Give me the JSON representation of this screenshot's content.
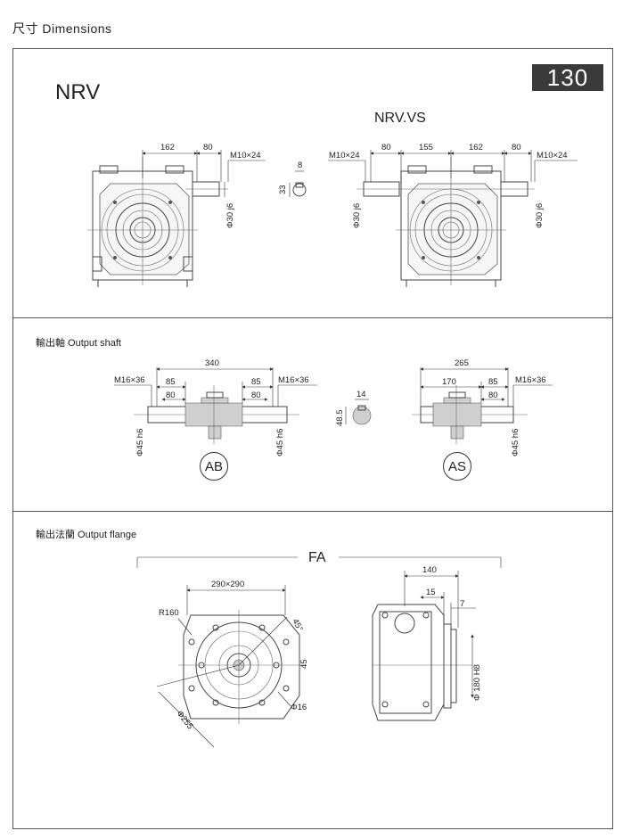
{
  "header": {
    "title": "尺寸 Dimensions"
  },
  "top_section": {
    "model_number": "130",
    "nrv_label": "NRV",
    "nrvvs_label": "NRV.VS",
    "nrv_dims": {
      "d162": "162",
      "d80": "80",
      "thread": "M10×24",
      "shaft": "Φ30 j6"
    },
    "key_dims": {
      "width": "8",
      "height": "33"
    },
    "vs_dims": {
      "thread_left": "M10×24",
      "d80_left": "80",
      "d155": "155",
      "d162": "162",
      "d80_right": "80",
      "thread_right": "M10×24",
      "shaft_left": "Φ30 j6",
      "shaft_right": "Φ30 j6"
    }
  },
  "output_shaft": {
    "label": "輸出軸 Output shaft",
    "ab": {
      "tag": "AB",
      "total": "340",
      "d85_left": "85",
      "d80_left": "80",
      "d85_right": "85",
      "d80_right": "80",
      "thread_left": "M16×36",
      "thread_right": "M16×36",
      "shaft_left": "Φ45 h6",
      "shaft_right": "Φ45 h6"
    },
    "key": {
      "width": "14",
      "height": "48.5"
    },
    "as": {
      "tag": "AS",
      "total": "265",
      "d170": "170",
      "d85": "85",
      "d80": "80",
      "thread": "M16×36",
      "shaft": "Φ45 h6"
    }
  },
  "output_flange": {
    "label": "輸出法蘭  Output flange",
    "fa_label": "FA",
    "front": {
      "square": "290×290",
      "radius": "R160",
      "angle": "45°",
      "angle2": "45",
      "bolt": "Φ16",
      "pcd": "Φ255"
    },
    "side": {
      "d140": "140",
      "d15": "15",
      "d7": "7",
      "pilot": "Φ 180 H8"
    }
  }
}
